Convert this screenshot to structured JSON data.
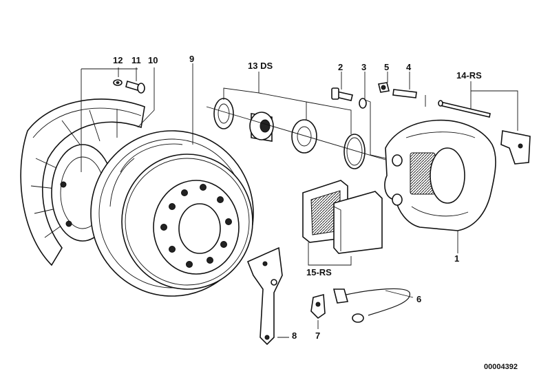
{
  "diagram": {
    "labels": {
      "p1": "1",
      "p2": "2",
      "p3": "3",
      "p4": "4",
      "p5": "5",
      "p6": "6",
      "p7": "7",
      "p8": "8",
      "p9": "9",
      "p10": "10",
      "p11": "11",
      "p12": "12",
      "p13": "13 DS",
      "p14": "14-RS",
      "p15": "15-RS"
    },
    "reference_code": "00004392"
  }
}
